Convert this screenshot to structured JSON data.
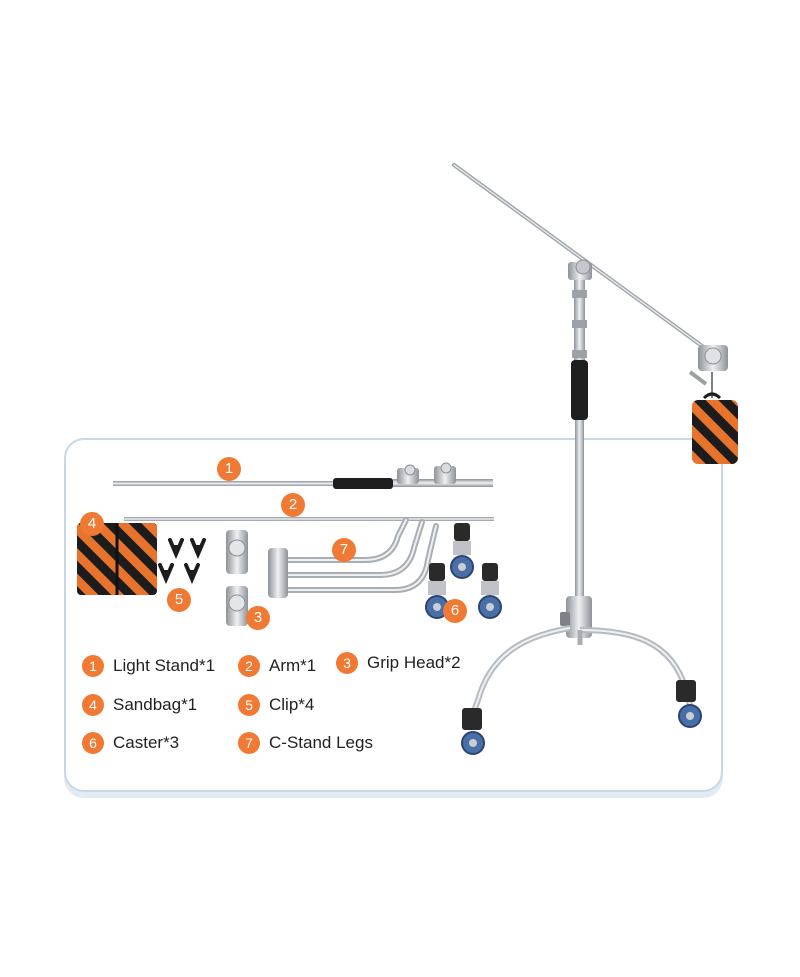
{
  "parts": [
    {
      "number": "1",
      "label": "Light Stand*1"
    },
    {
      "number": "2",
      "label": "Arm*1"
    },
    {
      "number": "3",
      "label": "Grip Head*2"
    },
    {
      "number": "4",
      "label": "Sandbag*1"
    },
    {
      "number": "5",
      "label": "Clip*4"
    },
    {
      "number": "6",
      "label": "Caster*3"
    },
    {
      "number": "7",
      "label": "C-Stand Legs"
    }
  ],
  "colors": {
    "accent": "#f07a34",
    "panel_border": "#c9d8e6",
    "chrome": "#b8bcc2",
    "sandbag_black": "#1c1c1c",
    "sandbag_orange": "#e8732c",
    "caster_blue": "#4a6fa8"
  }
}
